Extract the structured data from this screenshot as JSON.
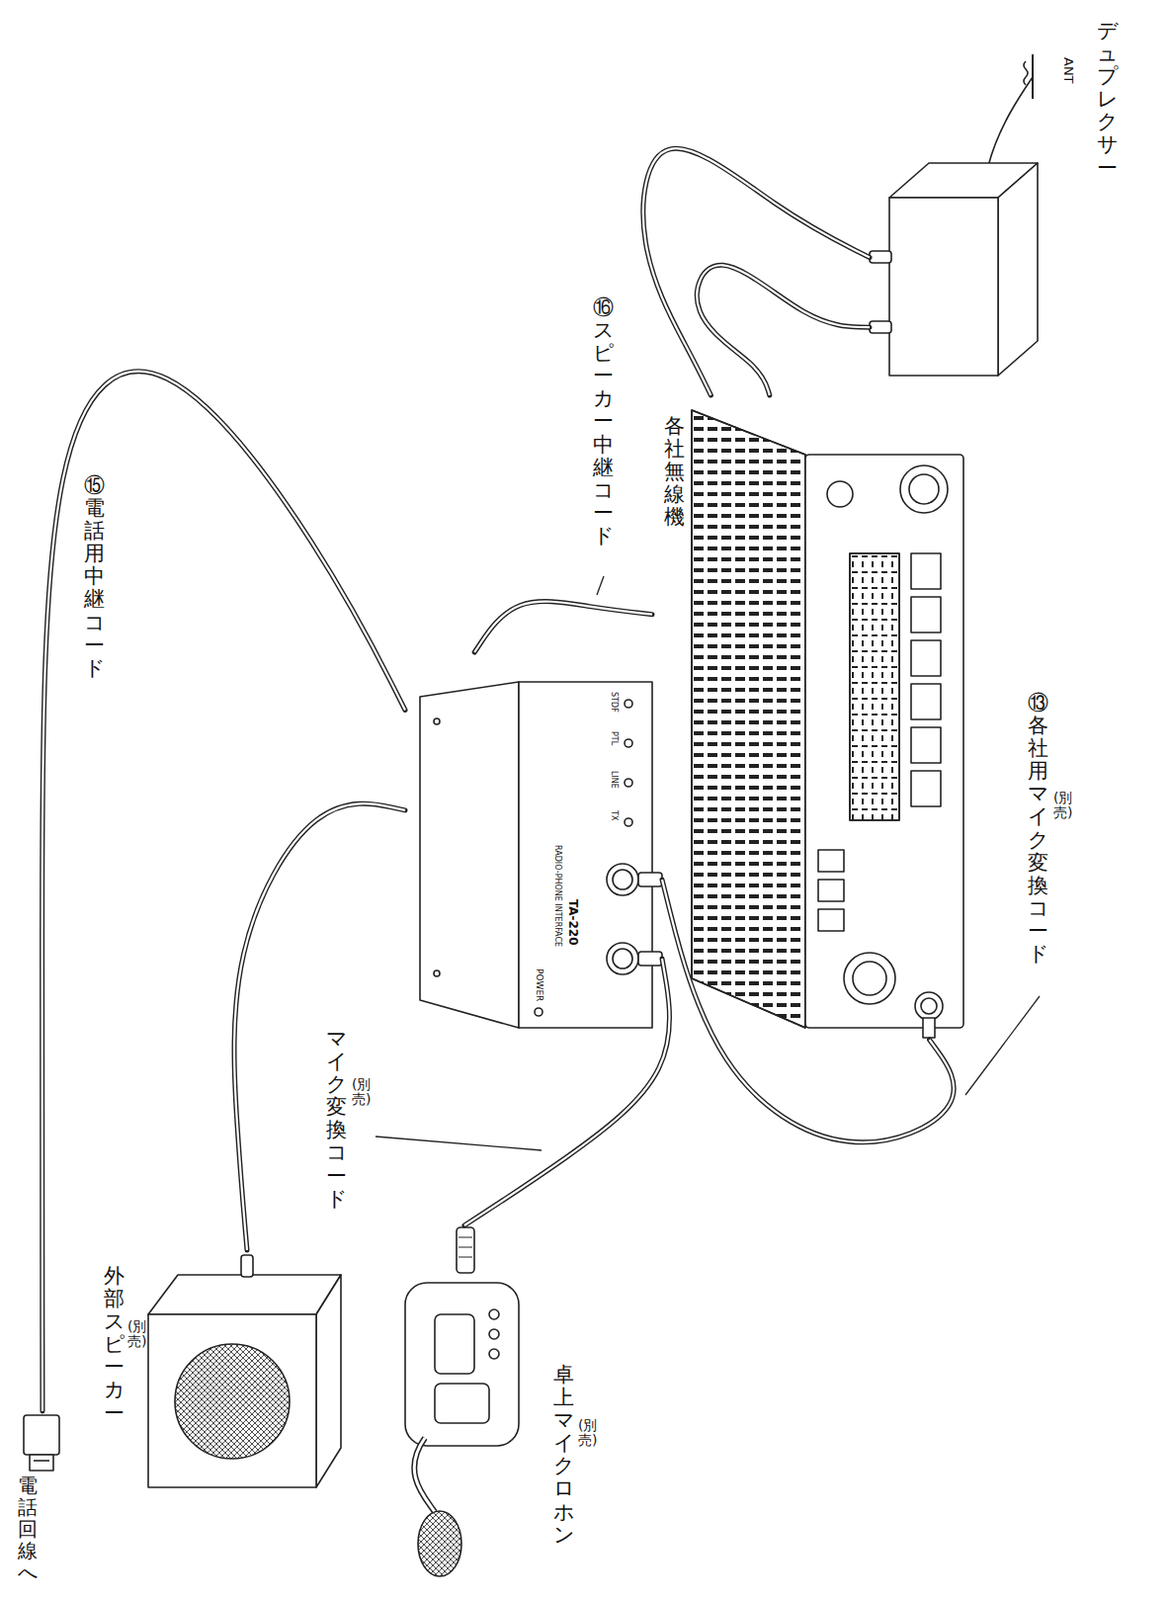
{
  "diagram": {
    "nodes": [
      {
        "text": [
          "デュプレクサー"
        ]
      },
      {
        "text": [
          "各社無線機"
        ]
      },
      {
        "text": [
          "POWER",
          "RADIO-PHONE INTERFACE",
          "TA-220",
          "STDF",
          "PTL",
          "LINE",
          "TX"
        ]
      },
      {
        "text": [
          "外部スピーカー",
          "(別売)"
        ]
      },
      {
        "text": [
          "卓上マイクロホン",
          "(別売)"
        ]
      },
      {
        "text": [
          "電話回線へ"
        ]
      }
    ],
    "edges": [
      {
        "from": 0,
        "to": 1,
        "arrow": "none"
      },
      {
        "from": 0,
        "to": 1,
        "arrow": "none"
      },
      {
        "from": 2,
        "to": 1,
        "arrow": "none"
      },
      {
        "from": 2,
        "to": 1,
        "arrow": "none"
      },
      {
        "from": 2,
        "to": 4,
        "arrow": "none"
      },
      {
        "from": 2,
        "to": 3,
        "arrow": "none"
      },
      {
        "from": 2,
        "to": 5,
        "arrow": "none"
      }
    ],
    "labels": [
      "ANT",
      "⑯ スピーカー中継コード",
      "⑮ 電話用中継コード",
      "⑬ 各社用マイク変換コード",
      "(別売)",
      "マイク変換コード",
      "(別売)"
    ]
  }
}
